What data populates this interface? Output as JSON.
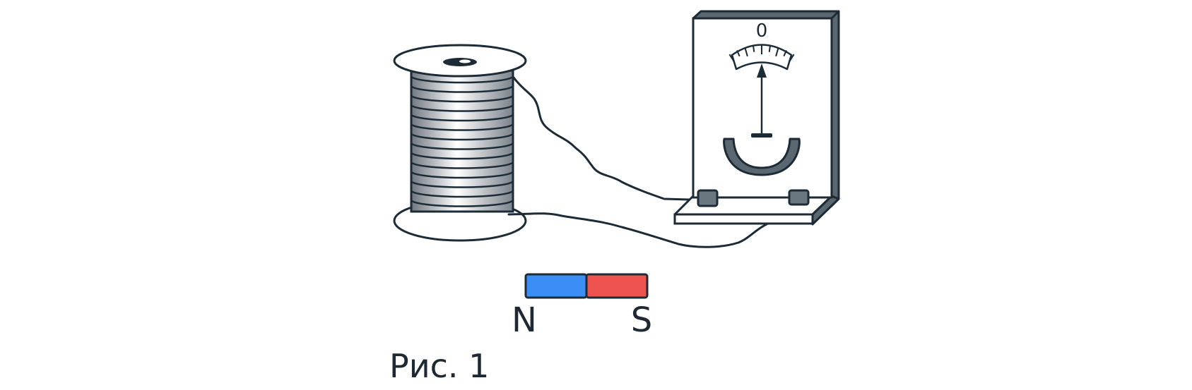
{
  "figure": {
    "caption": "Рис. 1"
  },
  "galvanometer": {
    "scale_zero_label": "0"
  },
  "magnet": {
    "north_label": "N",
    "south_label": "S",
    "north_color": "#3a8ef6",
    "south_color": "#ef5350"
  },
  "colors": {
    "outline": "#1c2b36",
    "device_side": "#5b6770",
    "terminal": "#6b7780"
  }
}
